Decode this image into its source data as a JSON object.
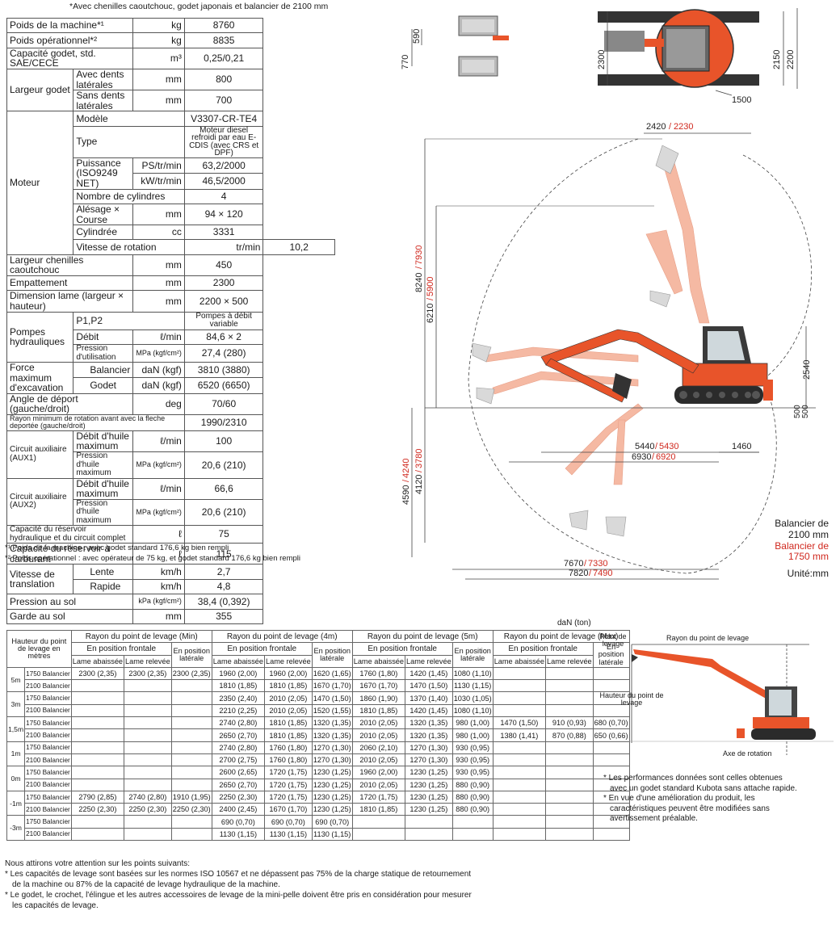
{
  "spec": {
    "note": "*Avec chenilles caoutchouc, godet japonais et balancier de 2100 mm",
    "rows": {
      "poids_machine": {
        "label": "Poids de la machine*¹",
        "unit": "kg",
        "value": "8760"
      },
      "poids_op": {
        "label": "Poids opérationnel*²",
        "unit": "kg",
        "value": "8835"
      },
      "capacite_godet": {
        "label": "Capacité godet, std. SAE/CECE",
        "unit": "m³",
        "value": "0,25/0,21"
      },
      "largeur_godet": {
        "label": "Largeur godet",
        "avec": "Avec dents latérales",
        "avec_unit": "mm",
        "avec_value": "800",
        "sans": "Sans dents latérales",
        "sans_unit": "mm",
        "sans_value": "700"
      },
      "moteur": {
        "label": "Moteur",
        "modele": "Modèle",
        "modele_value": "V3307-CR-TE4",
        "type": "Type",
        "type_value": "Moteur diesel refroidi par eau E-CDIS (avec CRS et DPF)",
        "puissance": "Puissance (ISO9249 NET)",
        "p_unit1": "PS/tr/min",
        "p_value1": "63,2/2000",
        "p_unit2": "kW/tr/min",
        "p_value2": "46,5/2000",
        "cylindres": "Nombre de cylindres",
        "cylindres_value": "4",
        "alesage": "Alésage × Course",
        "alesage_unit": "mm",
        "alesage_value": "94 × 120",
        "cylindree": "Cylindrée",
        "cylindree_unit": "cc",
        "cylindree_value": "3331"
      },
      "vitesse_rotation": {
        "label": "Vitesse de rotation",
        "unit": "tr/min",
        "value": "10,2"
      },
      "largeur_chenilles": {
        "label": "Largeur chenilles caoutchouc",
        "unit": "mm",
        "value": "450"
      },
      "empattement": {
        "label": "Empattement",
        "unit": "mm",
        "value": "2300"
      },
      "dimension_lame": {
        "label": "Dimension lame (largeur × hauteur)",
        "unit": "mm",
        "value": "2200 × 500"
      },
      "pompes": {
        "label": "Pompes hydrauliques",
        "p1p2": "P1,P2",
        "p1p2_value": "Pompes à débit variable",
        "debit": "Débit",
        "debit_unit": "ℓ/min",
        "debit_value": "84,6 × 2",
        "pression": "Pression d'utilisation",
        "pression_unit": "MPa (kgf/cm²)",
        "pression_value": "27,4 (280)"
      },
      "force": {
        "label": "Force maximum d'excavation",
        "balancier": "Balancier",
        "bal_unit": "daN (kgf)",
        "bal_value": "3810 (3880)",
        "godet": "Godet",
        "godet_unit": "daN (kgf)",
        "godet_value": "6520 (6650)"
      },
      "angle_deport": {
        "label": "Angle de déport (gauche/droit)",
        "unit": "deg",
        "value": "70/60"
      },
      "rayon_min": {
        "label": "Rayon minimum de rotation avant avec la fleche deportée (gauche/droit)",
        "value": "1990/2310"
      },
      "aux1": {
        "label": "Circuit auxiliaire (AUX1)",
        "debit": "Débit d'huile maximum",
        "debit_unit": "ℓ/min",
        "debit_value": "100",
        "pression": "Pression d'huile maximum",
        "pression_unit": "MPa (kgf/cm²)",
        "pression_value": "20,6 (210)"
      },
      "aux2": {
        "label": "Circuit auxiliaire (AUX2)",
        "debit": "Débit d'huile maximum",
        "debit_unit": "ℓ/min",
        "debit_value": "66,6",
        "pression": "Pression d'huile maximum",
        "pression_unit": "MPa (kgf/cm²)",
        "pression_value": "20,6 (210)"
      },
      "reservoir_hydr": {
        "label": "Capacité du réservoir hydraulique et du circuit complet",
        "unit": "ℓ",
        "value": "75"
      },
      "reservoir_carb": {
        "label": "Capacité du réservoir à carburant",
        "unit": "ℓ",
        "value": "115"
      },
      "vitesse_translation": {
        "label": "Vitesse de translation",
        "lente": "Lente",
        "lente_unit": "km/h",
        "lente_value": "2,7",
        "rapide": "Rapide",
        "rapide_unit": "km/h",
        "rapide_value": "4,8"
      },
      "pression_sol": {
        "label": "Pression au sol",
        "unit": "kPa (kgf/cm²)",
        "value": "38,4 (0,392)"
      },
      "garde_sol": {
        "label": "Garde au sol",
        "unit": "mm",
        "value": "355"
      }
    },
    "footnote1": "*¹ Poids de la machine : avec godet standard 176,6 kg bien rempli",
    "footnote2": "*² Poids opérationnel : avec opérateur de 75 kg, et godet standard 176,6 kg bien rempli"
  },
  "drawing": {
    "dims": {
      "d770": "770",
      "d590": "590",
      "d2300": "2300",
      "d2150": "2150",
      "d2200": "2200",
      "d1500": "1500",
      "d2420": "2420",
      "d2230": "2230",
      "d8240": "8240",
      "d7930": "7930",
      "d6210": "6210",
      "d5900": "5900",
      "d2540": "2540",
      "d500a": "500",
      "d500b": "500",
      "d5440": "5440",
      "d5430": "5430",
      "d1460": "1460",
      "d6930": "6930",
      "d6920": "6920",
      "d4590": "4590",
      "d4240": "4240",
      "d4120": "4120",
      "d3780": "3780",
      "d7670": "7670",
      "d7330": "7330",
      "d7820": "7820",
      "d7490": "7490"
    },
    "legend": {
      "line1": "Balancier de",
      "line2": "2100 mm",
      "line3": "Balancier de",
      "line4": "1750 mm",
      "unit": "Unité:mm"
    },
    "colors": {
      "orange": "#e8542a",
      "orange_light": "#f5b9a3",
      "red_text": "#d0281e",
      "machine_dark": "#2b2b2b"
    }
  },
  "lift": {
    "unit": "daN (ton)",
    "hauteur_header": "Hauteur du point de levage en mètres",
    "groups": [
      "Rayon du point de levage (Min)",
      "Rayon du point de levage (4m)",
      "Rayon du point de levage (5m)",
      "Rayon du point de levage (Max)"
    ],
    "frontale": "En position frontale",
    "laterale": "En position latérale",
    "abaissee": "Lame abaissée",
    "relevee": "Lame relevée",
    "rows": [
      {
        "h": "5m",
        "bal": "1750 Balancier",
        "cells": [
          "2300 (2,35)",
          "2300 (2,35)",
          "2300 (2,35)",
          "1960 (2,00)",
          "1960 (2,00)",
          "1620 (1,65)",
          "1760 (1,80)",
          "1420 (1,45)",
          "1080 (1,10)",
          "",
          "",
          ""
        ]
      },
      {
        "h": "",
        "bal": "2100 Balancier",
        "cells": [
          "",
          "",
          "",
          "1810 (1,85)",
          "1810 (1,85)",
          "1670 (1,70)",
          "1670 (1,70)",
          "1470 (1,50)",
          "1130 (1,15)",
          "",
          "",
          ""
        ]
      },
      {
        "h": "3m",
        "bal": "1750 Balancier",
        "cells": [
          "",
          "",
          "",
          "2350 (2,40)",
          "2010 (2,05)",
          "1470 (1,50)",
          "1860 (1,90)",
          "1370 (1,40)",
          "1030 (1,05)",
          "",
          "",
          ""
        ]
      },
      {
        "h": "",
        "bal": "2100 Balancier",
        "cells": [
          "",
          "",
          "",
          "2210 (2,25)",
          "2010 (2,05)",
          "1520 (1,55)",
          "1810 (1,85)",
          "1420 (1,45)",
          "1080 (1,10)",
          "",
          "",
          ""
        ]
      },
      {
        "h": "1,5m",
        "bal": "1750 Balancier",
        "cells": [
          "",
          "",
          "",
          "2740 (2,80)",
          "1810 (1,85)",
          "1320 (1,35)",
          "2010 (2,05)",
          "1320 (1,35)",
          "980 (1,00)",
          "1470 (1,50)",
          "910 (0,93)",
          "680 (0,70)"
        ]
      },
      {
        "h": "",
        "bal": "2100 Balancier",
        "cells": [
          "",
          "",
          "",
          "2650 (2,70)",
          "1810 (1,85)",
          "1320 (1,35)",
          "2010 (2,05)",
          "1320 (1,35)",
          "980 (1,00)",
          "1380 (1,41)",
          "870 (0,88)",
          "650 (0,66)"
        ]
      },
      {
        "h": "1m",
        "bal": "1750 Balancier",
        "cells": [
          "",
          "",
          "",
          "2740 (2,80)",
          "1760 (1,80)",
          "1270 (1,30)",
          "2060 (2,10)",
          "1270 (1,30)",
          "930 (0,95)",
          "",
          "",
          ""
        ]
      },
      {
        "h": "",
        "bal": "2100 Balancier",
        "cells": [
          "",
          "",
          "",
          "2700 (2,75)",
          "1760 (1,80)",
          "1270 (1,30)",
          "2010 (2,05)",
          "1270 (1,30)",
          "930 (0,95)",
          "",
          "",
          ""
        ]
      },
      {
        "h": "0m",
        "bal": "1750 Balancier",
        "cells": [
          "",
          "",
          "",
          "2600 (2,65)",
          "1720 (1,75)",
          "1230 (1,25)",
          "1960 (2,00)",
          "1230 (1,25)",
          "930 (0,95)",
          "",
          "",
          ""
        ]
      },
      {
        "h": "",
        "bal": "2100 Balancier",
        "cells": [
          "",
          "",
          "",
          "2650 (2,70)",
          "1720 (1,75)",
          "1230 (1,25)",
          "2010 (2,05)",
          "1230 (1,25)",
          "880 (0,90)",
          "",
          "",
          ""
        ]
      },
      {
        "h": "-1m",
        "bal": "1750 Balancier",
        "cells": [
          "2790 (2,85)",
          "2740 (2,80)",
          "1910 (1,95)",
          "2250 (2,30)",
          "1720 (1,75)",
          "1230 (1,25)",
          "1720 (1,75)",
          "1230 (1,25)",
          "880 (0,90)",
          "",
          "",
          ""
        ]
      },
      {
        "h": "",
        "bal": "2100 Balancier",
        "cells": [
          "2250 (2,30)",
          "2250 (2,30)",
          "2250 (2,30)",
          "2400 (2,45)",
          "1670 (1,70)",
          "1230 (1,25)",
          "1810 (1,85)",
          "1230 (1,25)",
          "880 (0,90)",
          "",
          "",
          ""
        ]
      },
      {
        "h": "-3m",
        "bal": "1750 Balancier",
        "cells": [
          "",
          "",
          "",
          "690 (0,70)",
          "690 (0,70)",
          "690 (0,70)",
          "",
          "",
          "",
          "",
          "",
          ""
        ]
      },
      {
        "h": "",
        "bal": "2100 Balancier",
        "cells": [
          "",
          "",
          "",
          "1130 (1,15)",
          "1130 (1,15)",
          "1130 (1,15)",
          "",
          "",
          "",
          "",
          "",
          ""
        ]
      }
    ],
    "attention": {
      "title": "Nous attirons votre attention sur les points suivants:",
      "p1a": "* Les capacités de levage sont basées sur les normes ISO 10567 et ne dépassent pas 75% de la charge statique de retournement",
      "p1b": "de la machine ou 87% de la capacité de levage hydraulique de la machine.",
      "p2a": "* Le godet, le crochet, l'élingue et les autres accessoires de levage de la mini-pelle doivent être pris en considération pour mesurer",
      "p2b": "les capacités de levage."
    },
    "diagram": {
      "point": "Point de levage",
      "rayon": "Rayon du point de levage",
      "hauteur": "Hauteur du point de levage",
      "axe": "Axe de rotation"
    },
    "notes": {
      "n1a": "* Les performances données sont celles obtenues",
      "n1b": "avec un godet standard Kubota sans attache rapide.",
      "n2a": "* En vue d'une amélioration du produit, les",
      "n2b": "caractéristiques peuvent être modifiées sans",
      "n2c": "avertissement préalable."
    }
  }
}
